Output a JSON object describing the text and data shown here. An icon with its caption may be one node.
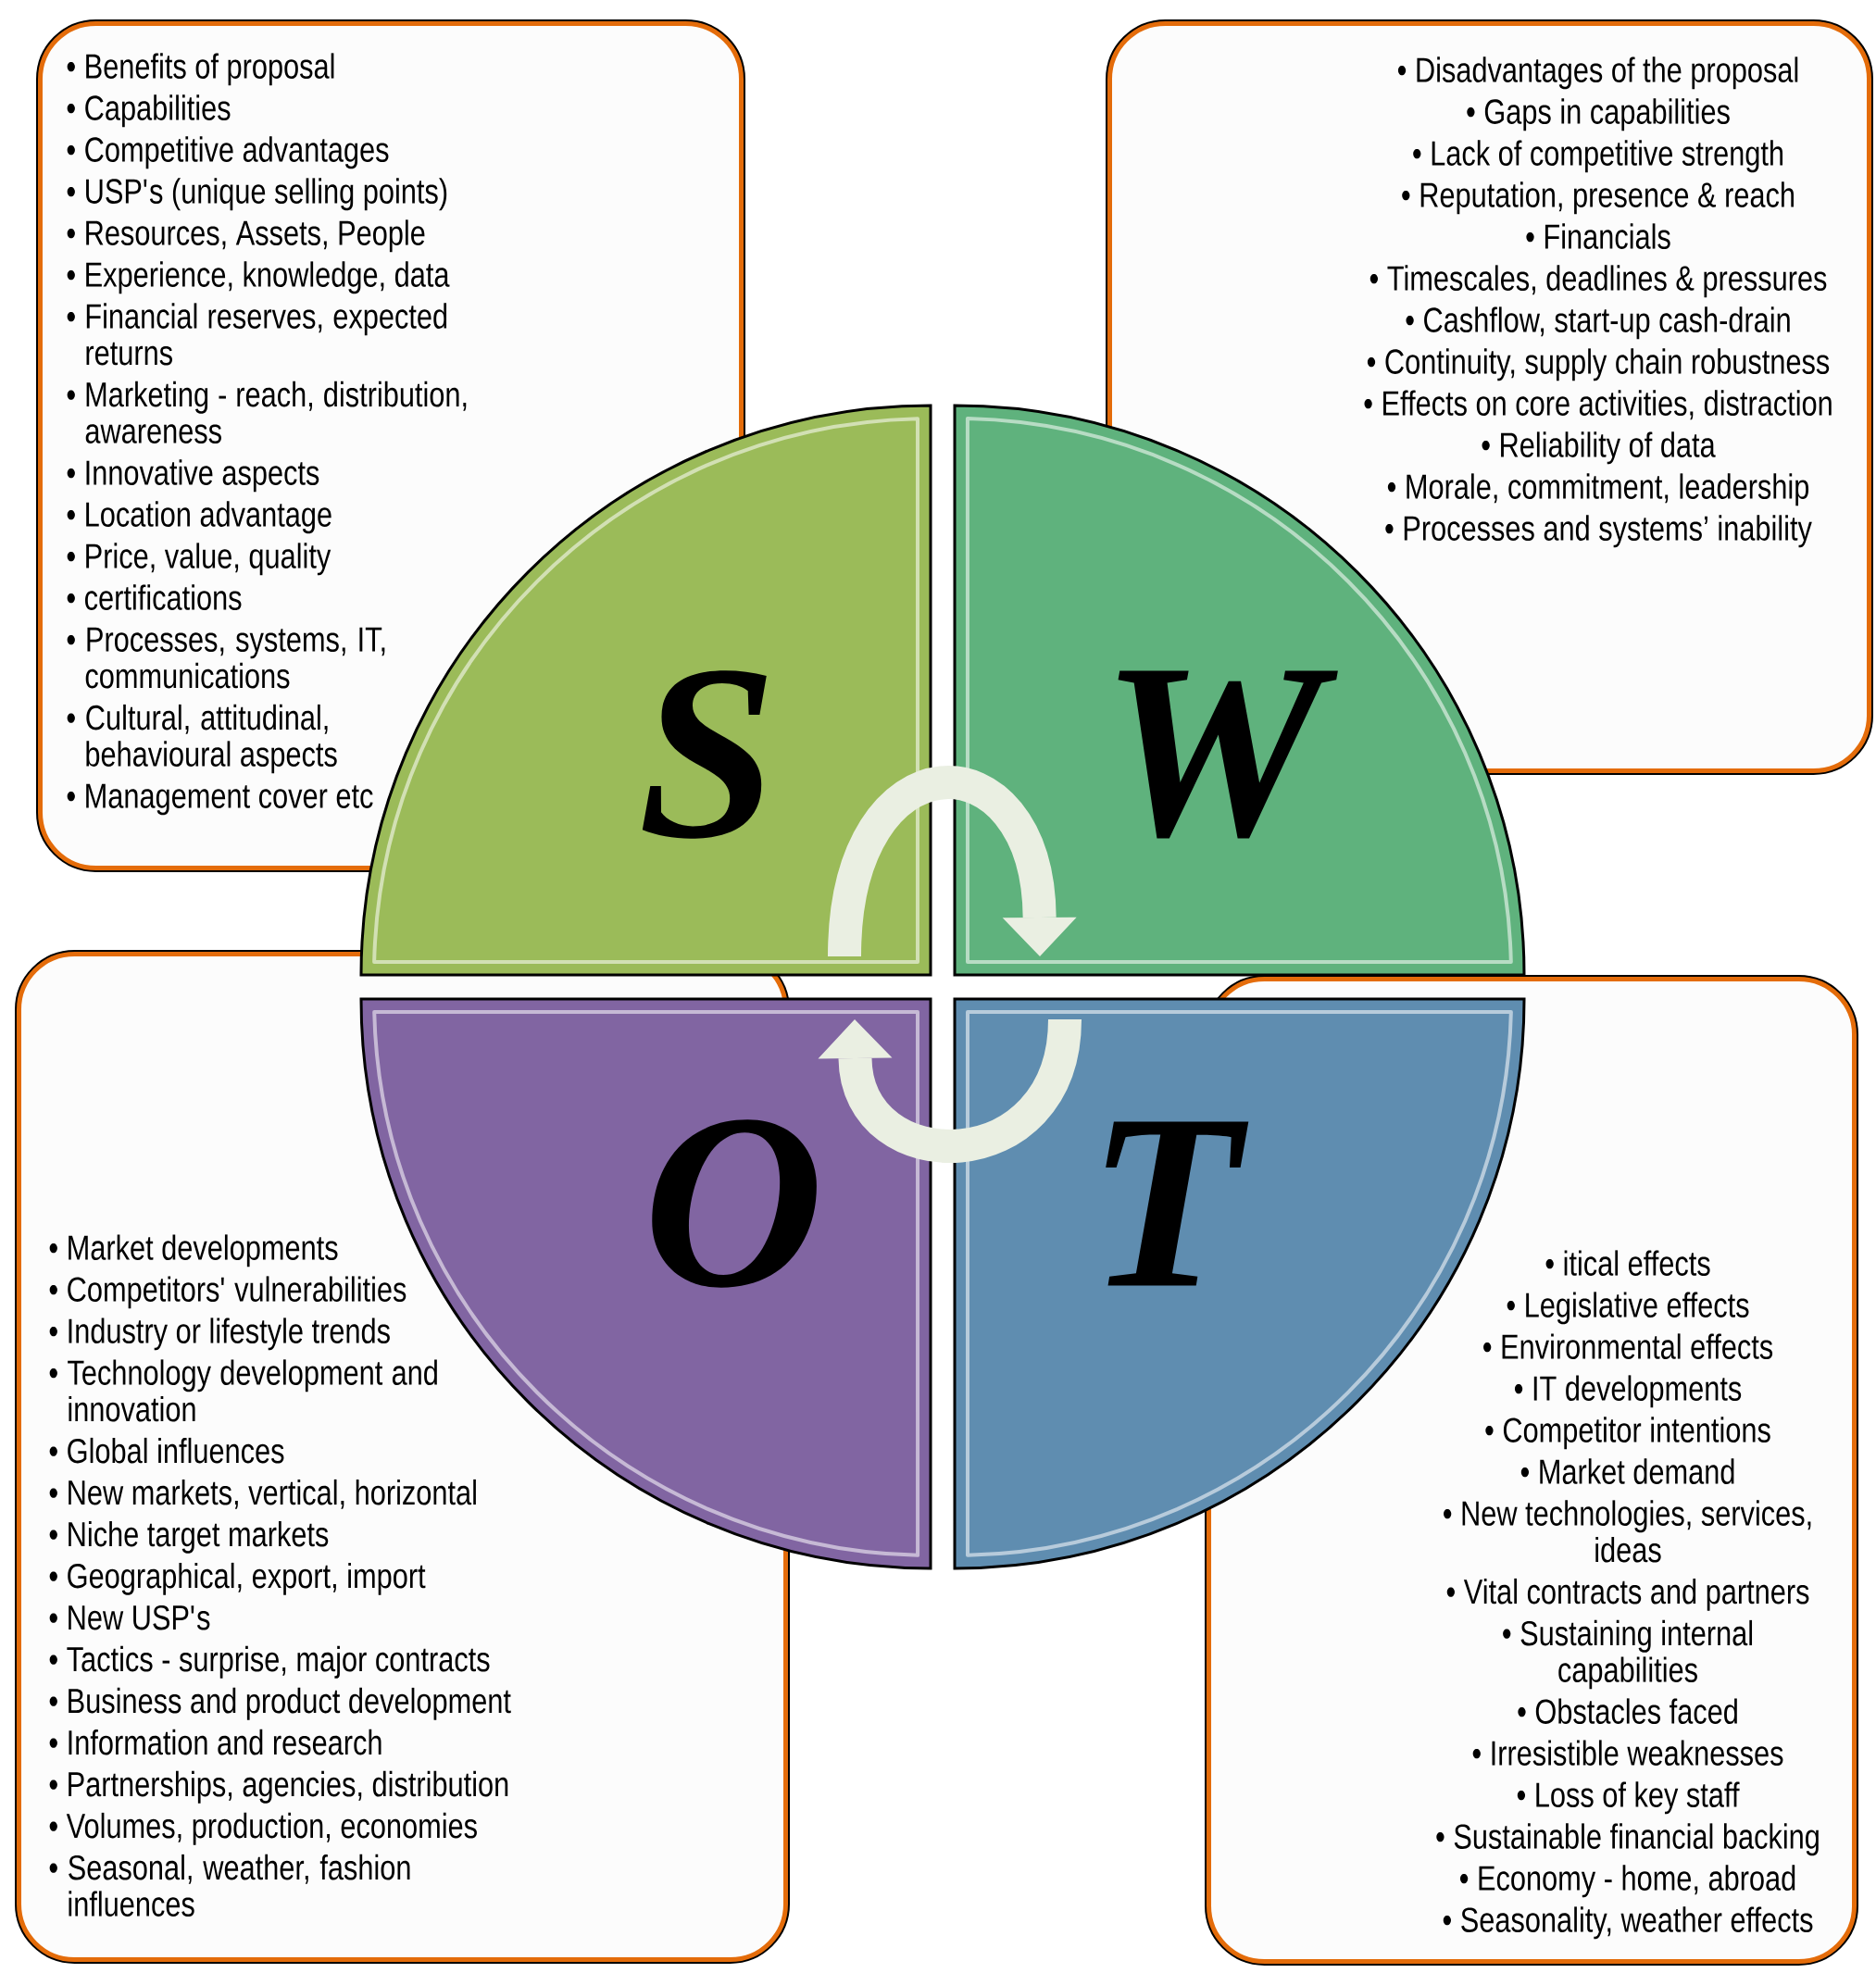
{
  "diagram": {
    "nodes": [
      {
        "text": [
          "• Benefits of proposal",
          "• Capabilities",
          "• Competitive advantages",
          "• USP's (unique selling points)",
          "• Resources, Assets, People",
          "• Experience, knowledge, data",
          "• Financial reserves, expected returns",
          "• Marketing - reach, distribution, awareness",
          "• Innovative aspects",
          "• Location advantage",
          "• Price, value, quality",
          "• certifications",
          "• Processes, systems, IT, communications",
          "• Cultural, attitudinal, behavioural aspects",
          "• Management cover etc"
        ]
      },
      {
        "text": [
          "• Disadvantages of the proposal",
          "• Gaps in capabilities",
          "• Lack of competitive strength",
          "• Reputation, presence & reach",
          "• Financials",
          "• Timescales, deadlines & pressures",
          "• Cashflow, start-up cash-drain",
          "• Continuity, supply chain robustness",
          "• Effects on core activities, distraction",
          "• Reliability of data",
          "• Morale, commitment, leadership",
          "• Processes and systems’ inability"
        ]
      },
      {
        "text": [
          "S"
        ]
      },
      {
        "text": [
          "W"
        ]
      },
      {
        "text": [
          "O"
        ]
      },
      {
        "text": [
          "T"
        ]
      },
      {
        "text": [
          "• Market developments",
          "• Competitors' vulnerabilities",
          "• Industry or lifestyle trends",
          "• Technology development and innovation",
          "• Global influences",
          "• New markets, vertical, horizontal",
          "• Niche target markets",
          "• Geographical, export, import",
          "• New USP's",
          "• Tactics - surprise, major contracts",
          "• Business and product development",
          "• Information and research",
          "• Partnerships, agencies, distribution",
          "• Volumes, production, economies",
          "• Seasonal, weather, fashion influences"
        ]
      },
      {
        "text": [
          "• itical effects",
          "• Legislative effects",
          "• Environmental effects",
          "• IT developments",
          "• Competitor intentions",
          "• Market demand",
          "• New technologies, services, ideas",
          "• Vital contracts and partners",
          "• Sustaining internal capabilities",
          "• Obstacles faced",
          "• Irresistible weaknesses",
          "• Loss of key staff",
          "• Sustainable financial backing",
          "• Economy - home, abroad",
          "• Seasonality, weather effects"
        ]
      }
    ],
    "edges": [
      {
        "from": 2,
        "to": 3,
        "arrow": "to",
        "color": "#eaefe2"
      },
      {
        "from": 5,
        "to": 4,
        "arrow": "to",
        "color": "#eaefe2"
      }
    ]
  }
}
